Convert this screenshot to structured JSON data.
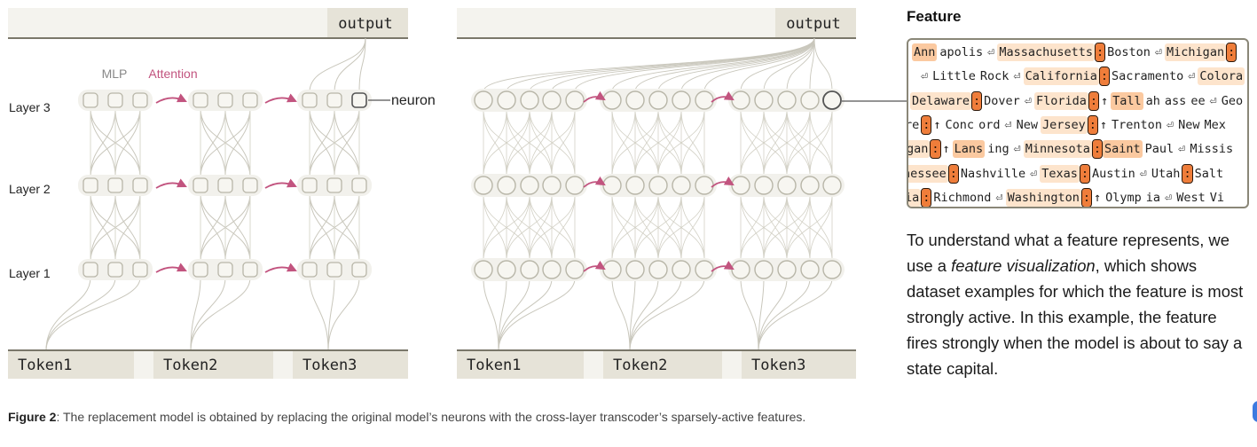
{
  "left_diagram": {
    "output_label": "output",
    "legend": {
      "mlp": "MLP",
      "attention": "Attention"
    },
    "layer_labels": [
      "Layer 3",
      "Layer 2",
      "Layer 1"
    ],
    "neuron_label": "neuron",
    "tokens": [
      "Token1",
      "Token2",
      "Token3"
    ]
  },
  "right_diagram": {
    "output_label": "output",
    "tokens": [
      "Token1",
      "Token2",
      "Token3"
    ]
  },
  "feature_panel": {
    "title": "Feature",
    "rows": [
      [
        [
          "Ann",
          "m"
        ],
        [
          "apolis",
          "n"
        ],
        [
          "⏎",
          "n"
        ],
        [
          "Massachusetts",
          "l"
        ],
        [
          ":",
          "h"
        ],
        [
          "Boston",
          "n"
        ],
        [
          "⏎",
          "n"
        ],
        [
          "Michigan",
          "l"
        ],
        [
          ":",
          "h"
        ]
      ],
      [
        [
          "⏎",
          "n"
        ],
        [
          "Little",
          "n"
        ],
        [
          "Rock",
          "n"
        ],
        [
          "⏎",
          "n"
        ],
        [
          "California",
          "l"
        ],
        [
          ":",
          "h"
        ],
        [
          "Sacramento",
          "n"
        ],
        [
          "⏎",
          "n"
        ],
        [
          "Colora",
          "l"
        ]
      ],
      [
        [
          "Delaware",
          "l"
        ],
        [
          ":",
          "h"
        ],
        [
          "Dover",
          "n"
        ],
        [
          "⏎",
          "n"
        ],
        [
          "Florida",
          "l"
        ],
        [
          ":",
          "h"
        ],
        [
          "↑",
          "n"
        ],
        [
          "Tall",
          "m"
        ],
        [
          "ah",
          "n"
        ],
        [
          "ass",
          "n"
        ],
        [
          "ee",
          "n"
        ],
        [
          "⏎",
          "n"
        ],
        [
          "Geo",
          "n"
        ]
      ],
      [
        [
          "re",
          "n"
        ],
        [
          ":",
          "h"
        ],
        [
          "↑",
          "n"
        ],
        [
          "Conc",
          "n"
        ],
        [
          "ord",
          "n"
        ],
        [
          "⏎",
          "n"
        ],
        [
          "New",
          "n"
        ],
        [
          "Jersey",
          "l"
        ],
        [
          ":",
          "h"
        ],
        [
          "↑",
          "n"
        ],
        [
          "Trenton",
          "n"
        ],
        [
          "⏎",
          "n"
        ],
        [
          "New",
          "n"
        ],
        [
          "Mex",
          "n"
        ]
      ],
      [
        [
          "gan",
          "l"
        ],
        [
          ":",
          "h"
        ],
        [
          "↑",
          "n"
        ],
        [
          "Lans",
          "m"
        ],
        [
          "ing",
          "n"
        ],
        [
          "⏎",
          "n"
        ],
        [
          "Minnesota",
          "l"
        ],
        [
          ":",
          "h"
        ],
        [
          "Saint",
          "m"
        ],
        [
          "Paul",
          "n"
        ],
        [
          "⏎",
          "n"
        ],
        [
          "Missis",
          "n"
        ]
      ],
      [
        [
          "nessee",
          "l"
        ],
        [
          ":",
          "h"
        ],
        [
          "Nashville",
          "n"
        ],
        [
          "⏎",
          "n"
        ],
        [
          "Texas",
          "l"
        ],
        [
          ":",
          "h"
        ],
        [
          "Austin",
          "n"
        ],
        [
          "⏎",
          "n"
        ],
        [
          "Utah",
          "n"
        ],
        [
          ":",
          "h"
        ],
        [
          "Salt",
          "n"
        ]
      ],
      [
        [
          "ia",
          "l"
        ],
        [
          ":",
          "h"
        ],
        [
          "Richmond",
          "n"
        ],
        [
          "⏎",
          "n"
        ],
        [
          "Washington",
          "l"
        ],
        [
          ":",
          "h"
        ],
        [
          "↑",
          "n"
        ],
        [
          "Olymp",
          "n"
        ],
        [
          "ia",
          "n"
        ],
        [
          "⏎",
          "n"
        ],
        [
          "West",
          "n"
        ],
        [
          "Vi",
          "n"
        ]
      ]
    ],
    "description_before": "To understand what a feature represents, we use a ",
    "description_em": "feature visualization",
    "description_after": ", which shows dataset examples for which the feature is most strongly active. In this example, the feature fires strongly when the model is about to say a state capital."
  },
  "caption": {
    "label": "Figure 2",
    "text": ": The replacement model is obtained by replacing the original model’s neurons with the cross-layer transcoder’s sparsely-active features."
  },
  "colors": {
    "attention": "#c2547f",
    "feature_highlight": "#ef7d3a",
    "node_stroke": "#b8b6a8",
    "band_fill": "#e6e3d8"
  }
}
